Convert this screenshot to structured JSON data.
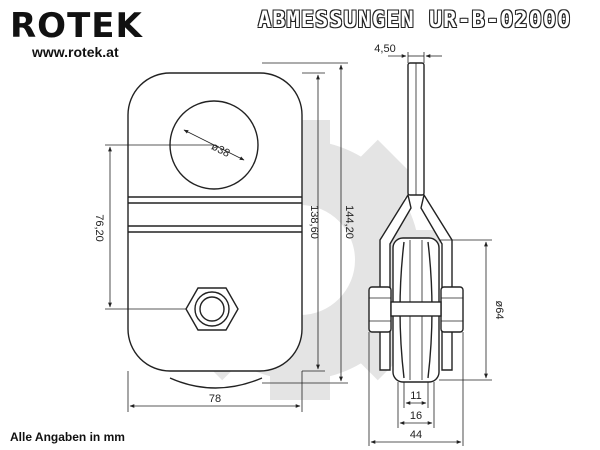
{
  "brand": {
    "logo_text": "ROTEK",
    "website": "www.rotek.at"
  },
  "title": "ABMESSUNGEN UR-B-02000",
  "footnote": "Alle Angaben in mm",
  "dimensions": {
    "plate_thickness": "4,50",
    "hole_diameter": "ø38",
    "center_distance": "76,20",
    "plate_length": "138,60",
    "overall_length": "144,20",
    "width": "78",
    "sheave_diameter": "ø64",
    "groove_width": "11",
    "sheave_width": "16",
    "total_width": "44"
  },
  "colors": {
    "line": "#222222",
    "watermark": "#e4e4e4",
    "brand": "#111111"
  }
}
